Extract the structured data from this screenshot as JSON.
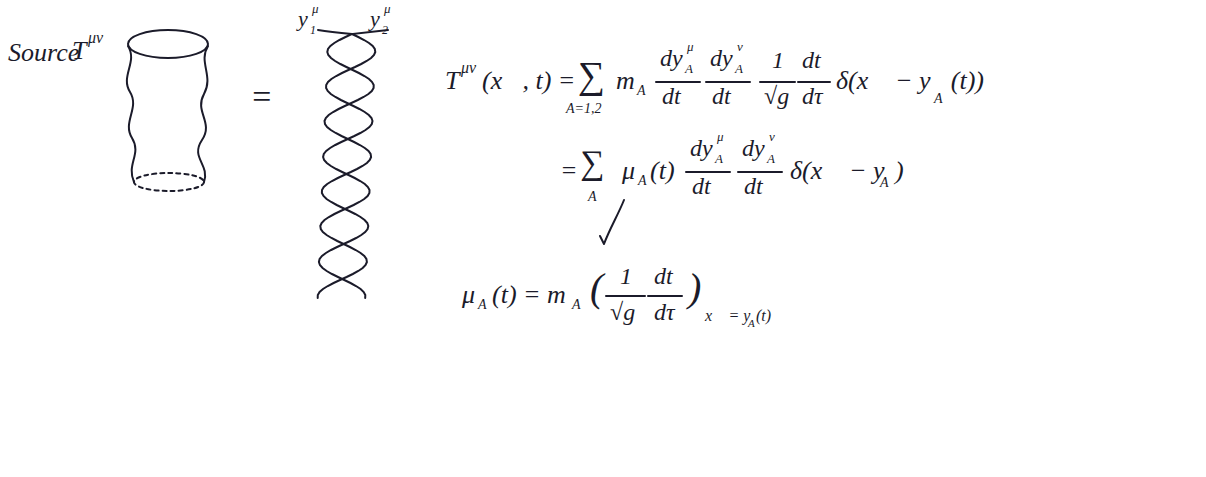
{
  "diagram": {
    "labels": [
      "Source",
      "T",
      "μν",
      "y",
      "1",
      "μ",
      "y",
      "2",
      "μ",
      "=",
      "T",
      "μν",
      "(x⃗, t) =",
      "∑",
      "A=1,2",
      "m",
      "A",
      "dy",
      "A",
      "μ",
      "dt",
      "dy",
      "A",
      "ν",
      "dt",
      "1",
      "√g",
      "dt",
      "dτ",
      "δ(x⃗ − y⃗(t))",
      "A",
      "=",
      "∑",
      "A",
      "μ",
      "A",
      "(t)",
      "dy",
      "A",
      "μ",
      "dt",
      "dy",
      "A",
      "ν",
      "dt",
      "δ(x⃗ − y⃗",
      "A",
      ")",
      "μ",
      "A",
      "(t) = m",
      "A",
      "(",
      "1",
      "√g",
      "dt",
      "dτ",
      ")",
      "x⃗ = y⃗",
      "A",
      "(t)"
    ]
  }
}
